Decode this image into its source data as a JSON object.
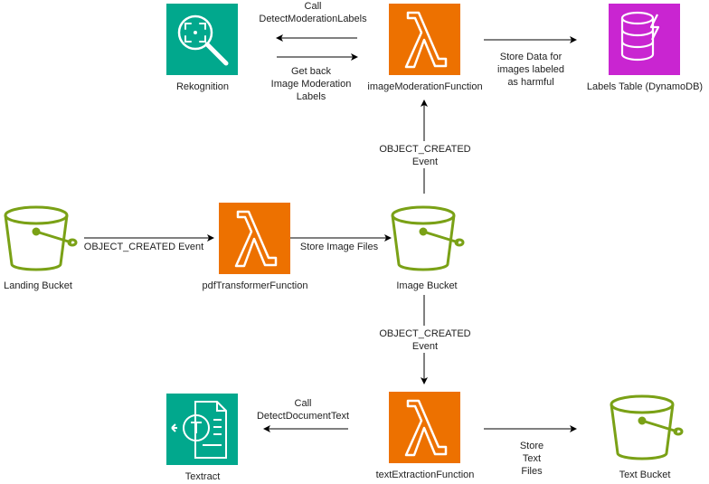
{
  "colors": {
    "bucket": "#7aa116",
    "lambda": "#ed7100",
    "rekognition": "#01a88d",
    "textract": "#01a88d",
    "dynamodb": "#c925d1",
    "arrow": "#000000",
    "text": "#222222"
  },
  "nodes": {
    "rekognition": {
      "label": "Rekognition",
      "icon": "rekognition-icon"
    },
    "image_moderation": {
      "label": "imageModerationFunction",
      "icon": "lambda-icon"
    },
    "labels_table": {
      "label": "Labels Table (DynamoDB)",
      "icon": "dynamodb-icon"
    },
    "landing_bucket": {
      "label": "Landing Bucket",
      "icon": "s3-bucket-icon"
    },
    "pdf_transformer": {
      "label": "pdfTransformerFunction",
      "icon": "lambda-icon"
    },
    "image_bucket": {
      "label": "Image Bucket",
      "icon": "s3-bucket-icon"
    },
    "textract": {
      "label": "Textract",
      "icon": "textract-icon"
    },
    "text_extraction": {
      "label": "textExtractionFunction",
      "icon": "lambda-icon"
    },
    "text_bucket": {
      "label": "Text Bucket",
      "icon": "s3-bucket-icon"
    }
  },
  "edges": {
    "call_moderation": {
      "lines": [
        "Call",
        "DetectModerationLabels"
      ]
    },
    "get_back_labels": {
      "lines": [
        "Get back",
        "Image Moderation",
        "Labels"
      ]
    },
    "store_data": {
      "lines": [
        "Store Data for",
        "images labeled",
        "as harmful"
      ]
    },
    "landing_event": {
      "lines": [
        "OBJECT_CREATED Event"
      ]
    },
    "store_images": {
      "lines": [
        "Store Image Files"
      ]
    },
    "image_event_up": {
      "lines": [
        "OBJECT_CREATED",
        "Event"
      ]
    },
    "image_event_down": {
      "lines": [
        "OBJECT_CREATED",
        "Event"
      ]
    },
    "call_text": {
      "lines": [
        "Call",
        "DetectDocumentText"
      ]
    },
    "store_text": {
      "lines": [
        "Store",
        "Text",
        "Files"
      ]
    }
  }
}
